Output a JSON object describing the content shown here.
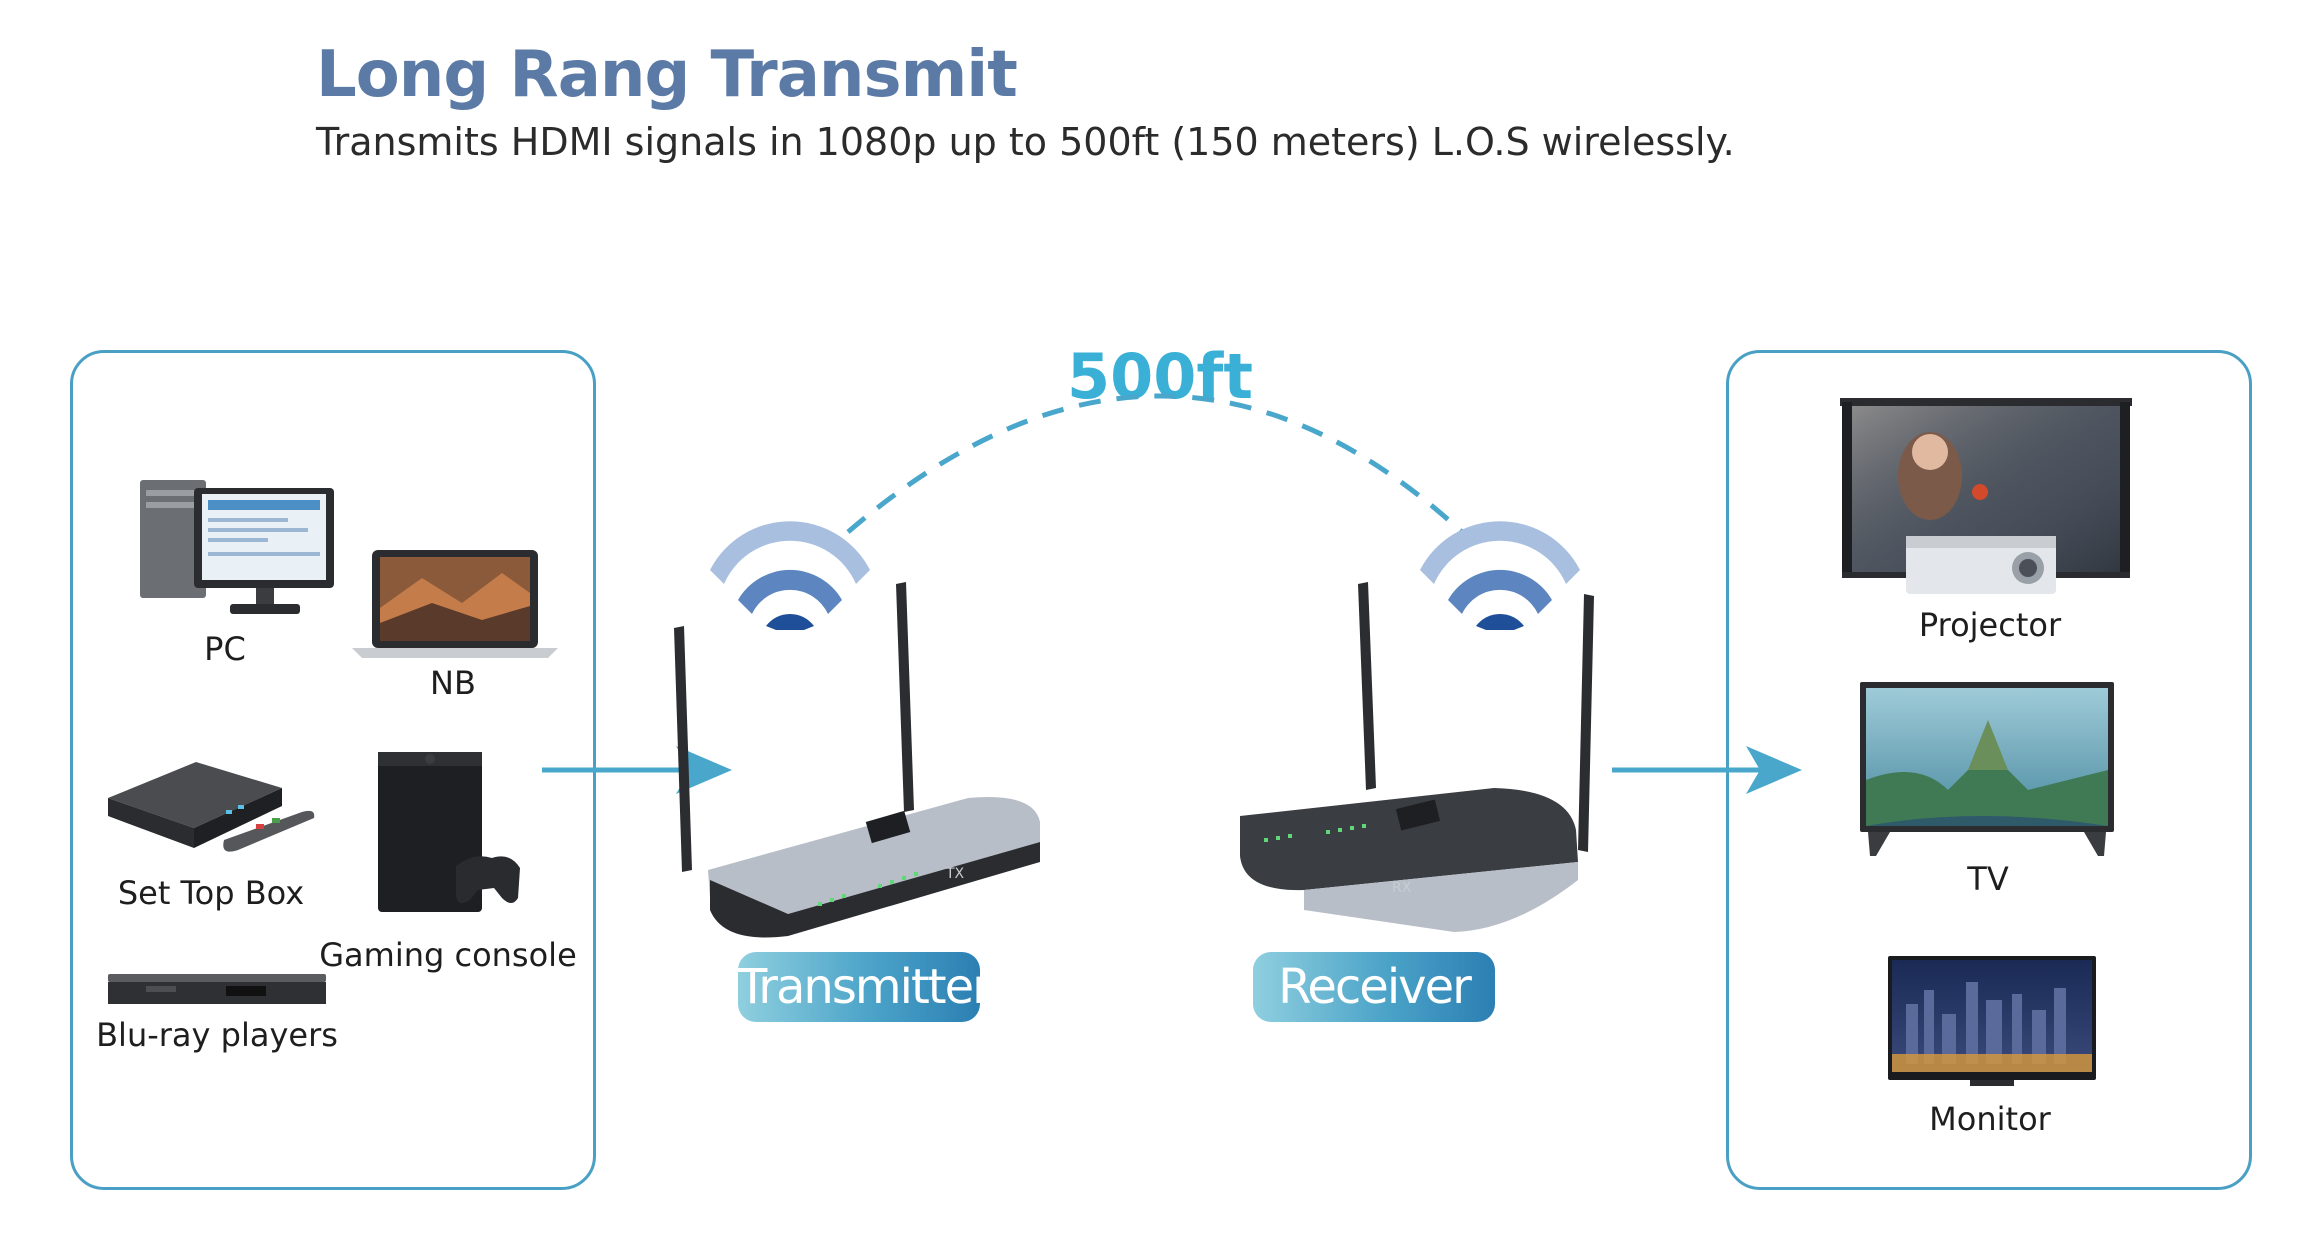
{
  "header": {
    "title": "Long Rang Transmit",
    "subtitle": "Transmits HDMI signals in 1080p up to 500ft (150 meters) L.O.S wirelessly."
  },
  "distance_label": "500ft",
  "sources": {
    "pc": "PC",
    "nb": "NB",
    "set_top_box": "Set Top Box",
    "gaming_console": "Gaming console",
    "bluray": "Blu-ray players"
  },
  "transmitter": {
    "label": "Transmitter",
    "port": "TX"
  },
  "receiver": {
    "label": "Receiver",
    "port": "RX"
  },
  "displays": {
    "projector": "Projector",
    "tv": "TV",
    "monitor": "Monitor"
  },
  "colors": {
    "accent": "#4aa0c4",
    "title": "#5b7aa6",
    "distance": "#3ab0d6",
    "wifi_light": "#a9bfe0",
    "wifi_mid": "#5d86c0",
    "wifi_dark": "#1f4f99"
  }
}
